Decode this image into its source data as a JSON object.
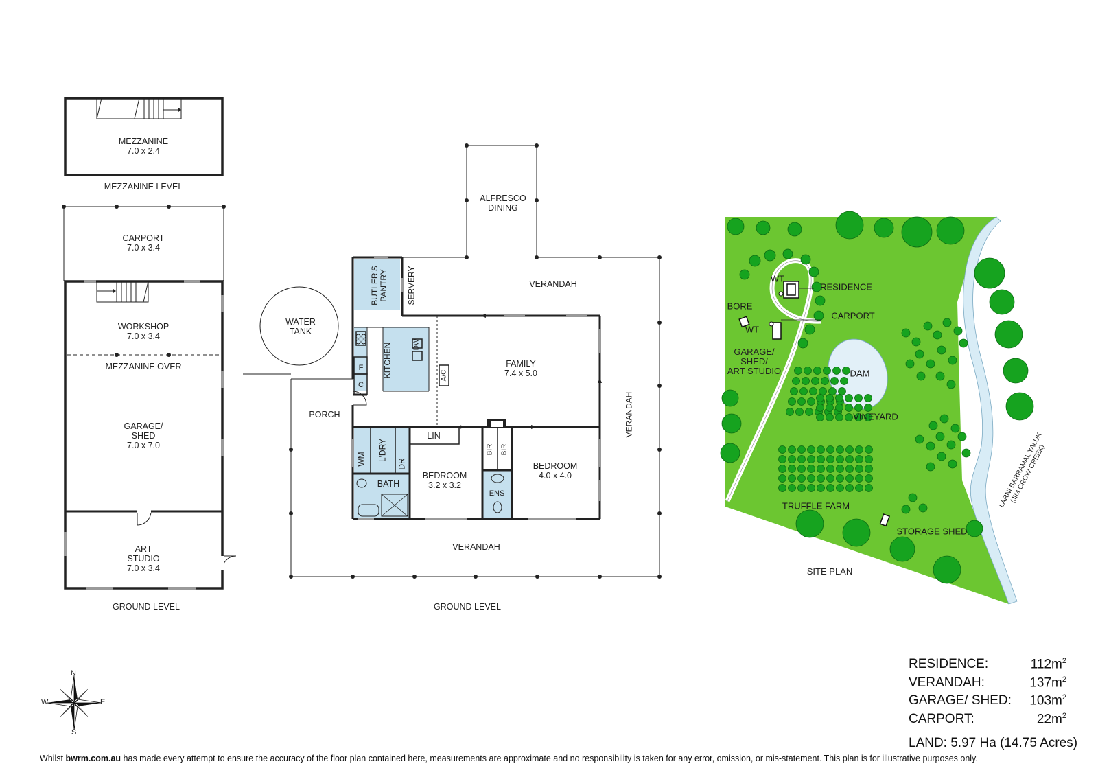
{
  "colors": {
    "site_grass": "#6cc631",
    "tree_fill": "#16a31f",
    "tree_stroke": "#0d6b14",
    "wet_area": "#c5e0ee",
    "creek": "#d8ecf6",
    "dam": "#e2f0f8"
  },
  "garage_plan": {
    "mezzanine": {
      "name": "MEZZANINE",
      "dims": "7.0 x 2.4"
    },
    "mezzanine_level_label": "MEZZANINE LEVEL",
    "carport": {
      "name": "CARPORT",
      "dims": "7.0 x 3.4"
    },
    "workshop": {
      "name": "WORKSHOP",
      "dims": "7.0 x 3.4"
    },
    "mezzanine_over": "MEZZANINE OVER",
    "garage": {
      "name": "GARAGE/",
      "name2": "SHED",
      "dims": "7.0 x 7.0"
    },
    "art_studio": {
      "name": "ART",
      "name2": "STUDIO",
      "dims": "7.0 x 3.4"
    },
    "ground_level_label": "GROUND LEVEL"
  },
  "house_plan": {
    "water_tank": {
      "line1": "WATER",
      "line2": "TANK"
    },
    "alfresco": {
      "line1": "ALFRESCO",
      "line2": "DINING"
    },
    "verandah_top": "VERANDAH",
    "verandah_right": "VERANDAH",
    "verandah_bottom": "VERANDAH",
    "butlers_pantry": {
      "line1": "BUTLER'S",
      "line2": "PANTRY"
    },
    "servery": "SERVERY",
    "kitchen": "KITCHEN",
    "dw": "DW",
    "f": "F",
    "c": "C",
    "ac": "A/C",
    "family": {
      "name": "FAMILY",
      "dims": "7.4 x 5.0"
    },
    "porch": "PORCH",
    "lin": "LIN",
    "wm": "WM",
    "ldry": "L'DRY",
    "dr": "DR",
    "bath": "BATH",
    "bedroom1": {
      "name": "BEDROOM",
      "dims": "3.2 x 3.2"
    },
    "bir1": "BIR",
    "bir2": "BIR",
    "ens": "ENS",
    "bedroom2": {
      "name": "BEDROOM",
      "dims": "4.0 x 4.0"
    },
    "ground_level_label": "GROUND LEVEL"
  },
  "site_plan": {
    "wt1": "WT",
    "residence": "RESIDENCE",
    "bore": "BORE",
    "carport": "CARPORT",
    "wt2": "WT",
    "garage_shed_art": {
      "line1": "GARAGE/",
      "line2": "SHED/",
      "line3": "ART STUDIO"
    },
    "dam": "DAM",
    "vineyard": "VINEYARD",
    "truffle_farm": "TRUFFLE FARM",
    "storage_shed": "STORAGE SHED",
    "creek": {
      "line1": "LARNI BARRAMAL YALUK",
      "line2": "(JIM CROW CREEK)"
    },
    "label": "SITE PLAN"
  },
  "areas": [
    {
      "label": "RESIDENCE:",
      "value": "112m",
      "sup": "2"
    },
    {
      "label": "VERANDAH:",
      "value": "137m",
      "sup": "2"
    },
    {
      "label": "GARAGE/ SHED:",
      "value": "103m",
      "sup": "2"
    },
    {
      "label": "CARPORT:",
      "value": "22m",
      "sup": "2"
    }
  ],
  "land": "LAND:  5.97 Ha (14.75 Acres)",
  "compass": {
    "n": "N",
    "s": "S",
    "e": "E",
    "w": "W"
  },
  "footer": {
    "pre": "Whilst ",
    "brand": "bwrm.com.au",
    "post": " has made every attempt to ensure the accuracy of the floor plan contained here, measurements are approximate and no responsibility is taken for any error, omission, or mis-statement. This plan is for illustrative purposes only."
  }
}
